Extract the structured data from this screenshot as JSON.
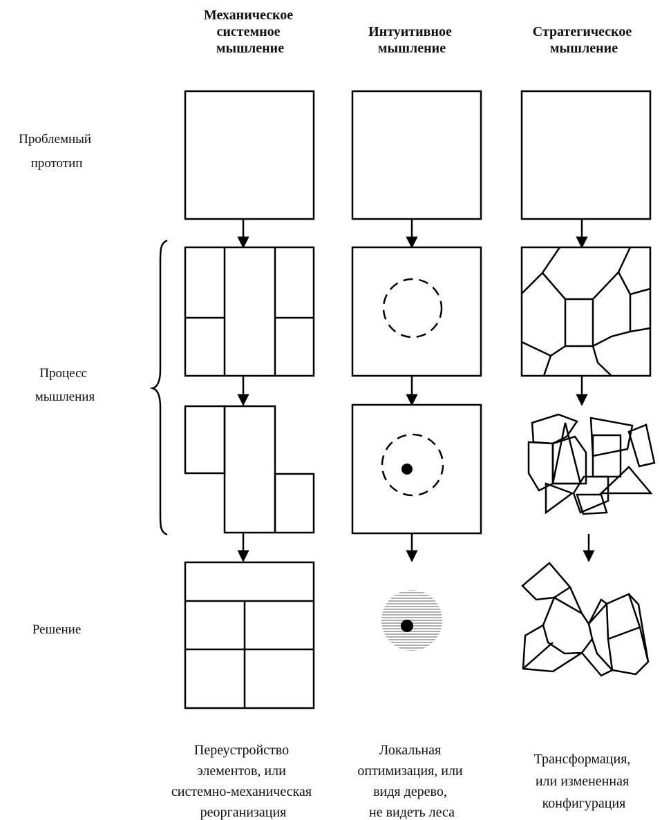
{
  "columns": [
    {
      "id": "mechanical",
      "heading": [
        "Механическое",
        "системное",
        "мышление"
      ],
      "caption": [
        "Переустройство",
        "элементов, или",
        "системно-механическая",
        "реорганизация"
      ]
    },
    {
      "id": "intuitive",
      "heading": [
        "Интуитивное",
        "мышление"
      ],
      "caption": [
        "Локальная",
        "оптимизация, или",
        "видя дерево,",
        "не видеть леса"
      ]
    },
    {
      "id": "strategic",
      "heading": [
        "Стратегическое",
        "мышление"
      ],
      "caption": [
        "Трансформация,",
        "или измененная",
        "конфигурация"
      ]
    }
  ],
  "rows": [
    {
      "id": "prototype",
      "label": [
        "Проблемный",
        "прототип"
      ]
    },
    {
      "id": "process",
      "label": [
        "Процесс",
        "мышления"
      ]
    },
    {
      "id": "solution",
      "label": [
        "Решение"
      ]
    }
  ],
  "colors": {
    "stroke": "#000000",
    "text": "#111111",
    "background": "#ffffff",
    "hatch": "#9a9a9a"
  }
}
